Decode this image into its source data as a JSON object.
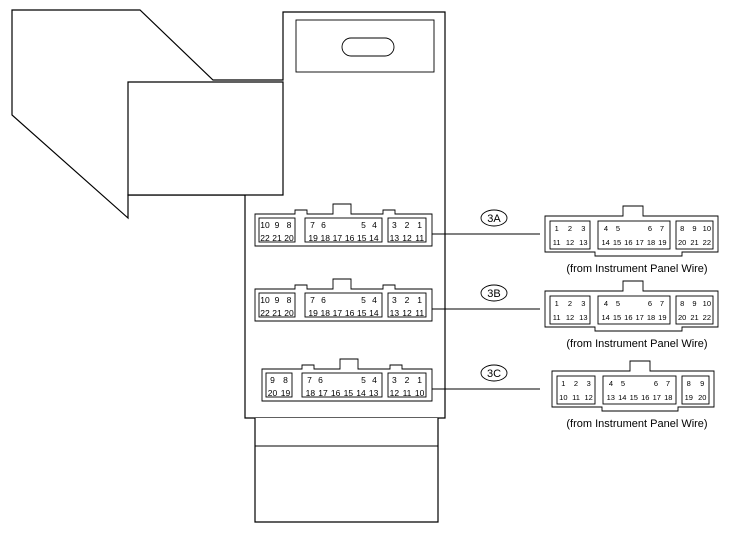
{
  "connectors": [
    {
      "code": "3A",
      "caption": "(from Instrument Panel Wire)",
      "body_pins": {
        "top_left": [
          "10",
          "9",
          "8"
        ],
        "bottom_left": [
          "22",
          "21",
          "20"
        ],
        "top_mid_a": [
          "7",
          "6"
        ],
        "top_mid_b": [
          "5",
          "4"
        ],
        "bottom_mid": [
          "19",
          "18",
          "17",
          "16",
          "15",
          "14"
        ],
        "top_right": [
          "3",
          "2",
          "1"
        ],
        "bottom_right": [
          "13",
          "12",
          "11"
        ]
      },
      "plug_pins": {
        "top_left": [
          "1",
          "2",
          "3"
        ],
        "bottom_left": [
          "11",
          "12",
          "13"
        ],
        "top_mid_a": [
          "4",
          "5"
        ],
        "top_mid_b": [
          "6",
          "7"
        ],
        "bottom_mid": [
          "14",
          "15",
          "16",
          "17",
          "18",
          "19"
        ],
        "top_right": [
          "8",
          "9",
          "10"
        ],
        "bottom_right": [
          "20",
          "21",
          "22"
        ]
      }
    },
    {
      "code": "3B",
      "caption": "(from Instrument Panel Wire)",
      "body_pins": {
        "top_left": [
          "10",
          "9",
          "8"
        ],
        "bottom_left": [
          "22",
          "21",
          "20"
        ],
        "top_mid_a": [
          "7",
          "6"
        ],
        "top_mid_b": [
          "5",
          "4"
        ],
        "bottom_mid": [
          "19",
          "18",
          "17",
          "16",
          "15",
          "14"
        ],
        "top_right": [
          "3",
          "2",
          "1"
        ],
        "bottom_right": [
          "13",
          "12",
          "11"
        ]
      },
      "plug_pins": {
        "top_left": [
          "1",
          "2",
          "3"
        ],
        "bottom_left": [
          "11",
          "12",
          "13"
        ],
        "top_mid_a": [
          "4",
          "5"
        ],
        "top_mid_b": [
          "6",
          "7"
        ],
        "bottom_mid": [
          "14",
          "15",
          "16",
          "17",
          "18",
          "19"
        ],
        "top_right": [
          "8",
          "9",
          "10"
        ],
        "bottom_right": [
          "20",
          "21",
          "22"
        ]
      }
    },
    {
      "code": "3C",
      "caption": "(from Instrument Panel Wire)",
      "body_pins": {
        "top_left": [
          "9",
          "8"
        ],
        "bottom_left": [
          "20",
          "19"
        ],
        "top_mid_a": [
          "7",
          "6"
        ],
        "top_mid_b": [
          "5",
          "4"
        ],
        "bottom_mid": [
          "18",
          "17",
          "16",
          "15",
          "14",
          "13"
        ],
        "top_right": [
          "3",
          "2",
          "1"
        ],
        "bottom_right": [
          "12",
          "11",
          "10"
        ]
      },
      "plug_pins": {
        "top_left": [
          "1",
          "2",
          "3"
        ],
        "bottom_left": [
          "10",
          "11",
          "12"
        ],
        "top_mid_a": [
          "4",
          "5"
        ],
        "top_mid_b": [
          "6",
          "7"
        ],
        "bottom_mid": [
          "13",
          "14",
          "15",
          "16",
          "17",
          "18"
        ],
        "top_right": [
          "8",
          "9"
        ],
        "bottom_right": [
          "19",
          "20"
        ]
      }
    }
  ]
}
